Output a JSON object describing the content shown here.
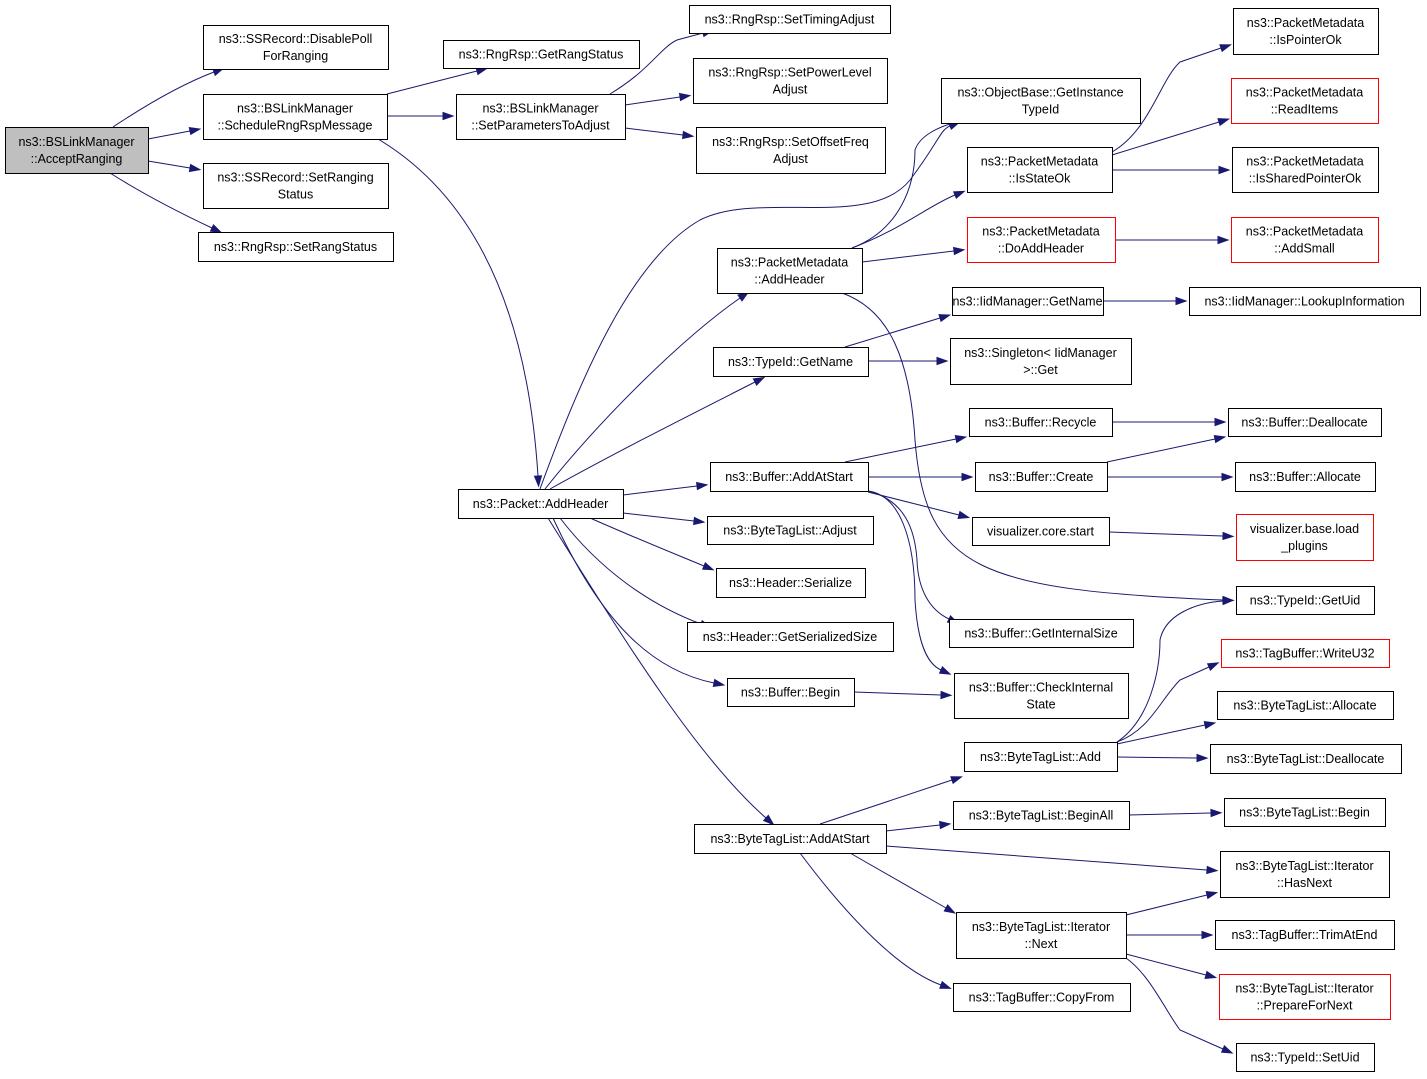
{
  "graph": {
    "colors": {
      "edge": "#191970",
      "root_fill": "#bfbfbf",
      "node_fill": "#ffffff",
      "node_border": "#000000",
      "truncated_border": "#ff0000"
    },
    "nodes": [
      {
        "id": "root",
        "lines": [
          "ns3::BSLinkManager",
          "::AcceptRanging"
        ],
        "root": true
      },
      {
        "id": "disablepoll",
        "lines": [
          "ns3::SSRecord::DisablePoll",
          "ForRanging"
        ]
      },
      {
        "id": "schedule",
        "lines": [
          "ns3::BSLinkManager",
          "::ScheduleRngRspMessage"
        ]
      },
      {
        "id": "setranging",
        "lines": [
          "ns3::SSRecord::SetRanging",
          "Status"
        ]
      },
      {
        "id": "setrangstatus",
        "lines": [
          "ns3::RngRsp::SetRangStatus"
        ]
      },
      {
        "id": "getrangstatus",
        "lines": [
          "ns3::RngRsp::GetRangStatus"
        ]
      },
      {
        "id": "setparams",
        "lines": [
          "ns3::BSLinkManager",
          "::SetParametersToAdjust"
        ]
      },
      {
        "id": "settiming",
        "lines": [
          "ns3::RngRsp::SetTimingAdjust"
        ]
      },
      {
        "id": "setpower",
        "lines": [
          "ns3::RngRsp::SetPowerLevel",
          "Adjust"
        ]
      },
      {
        "id": "setoffset",
        "lines": [
          "ns3::RngRsp::SetOffsetFreq",
          "Adjust"
        ]
      },
      {
        "id": "pktaddheader",
        "lines": [
          "ns3::Packet::AddHeader"
        ]
      },
      {
        "id": "getinstance",
        "lines": [
          "ns3::ObjectBase::GetInstance",
          "TypeId"
        ]
      },
      {
        "id": "pmaddheader",
        "lines": [
          "ns3::PacketMetadata",
          "::AddHeader"
        ]
      },
      {
        "id": "isstateok",
        "lines": [
          "ns3::PacketMetadata",
          "::IsStateOk"
        ]
      },
      {
        "id": "doaddheader",
        "lines": [
          "ns3::PacketMetadata",
          "::DoAddHeader"
        ],
        "truncated": true
      },
      {
        "id": "ispointerok",
        "lines": [
          "ns3::PacketMetadata",
          "::IsPointerOk"
        ]
      },
      {
        "id": "readitems",
        "lines": [
          "ns3::PacketMetadata",
          "::ReadItems"
        ],
        "truncated": true
      },
      {
        "id": "issharedptr",
        "lines": [
          "ns3::PacketMetadata",
          "::IsSharedPointerOk"
        ]
      },
      {
        "id": "addsmall",
        "lines": [
          "ns3::PacketMetadata",
          "::AddSmall"
        ],
        "truncated": true
      },
      {
        "id": "tidgetname",
        "lines": [
          "ns3::TypeId::GetName"
        ]
      },
      {
        "id": "iidgetname",
        "lines": [
          "ns3::IidManager::GetName"
        ]
      },
      {
        "id": "lookup",
        "lines": [
          "ns3::IidManager::LookupInformation"
        ]
      },
      {
        "id": "singleton",
        "lines": [
          "ns3::Singleton< IidManager",
          ">::Get"
        ]
      },
      {
        "id": "addatstart",
        "lines": [
          "ns3::Buffer::AddAtStart"
        ]
      },
      {
        "id": "recycle",
        "lines": [
          "ns3::Buffer::Recycle"
        ]
      },
      {
        "id": "deallocate",
        "lines": [
          "ns3::Buffer::Deallocate"
        ]
      },
      {
        "id": "create",
        "lines": [
          "ns3::Buffer::Create"
        ]
      },
      {
        "id": "allocate",
        "lines": [
          "ns3::Buffer::Allocate"
        ]
      },
      {
        "id": "vizstart",
        "lines": [
          "visualizer.core.start"
        ]
      },
      {
        "id": "vizload",
        "lines": [
          "visualizer.base.load",
          "_plugins"
        ],
        "truncated": true
      },
      {
        "id": "getuid",
        "lines": [
          "ns3::TypeId::GetUid"
        ]
      },
      {
        "id": "btladjust",
        "lines": [
          "ns3::ByteTagList::Adjust"
        ]
      },
      {
        "id": "serialize",
        "lines": [
          "ns3::Header::Serialize"
        ]
      },
      {
        "id": "getsersize",
        "lines": [
          "ns3::Header::GetSerializedSize"
        ]
      },
      {
        "id": "getinternal",
        "lines": [
          "ns3::Buffer::GetInternalSize"
        ]
      },
      {
        "id": "bufbegin",
        "lines": [
          "ns3::Buffer::Begin"
        ]
      },
      {
        "id": "checkinternal",
        "lines": [
          "ns3::Buffer::CheckInternal",
          "State"
        ]
      },
      {
        "id": "writeu32",
        "lines": [
          "ns3::TagBuffer::WriteU32"
        ],
        "truncated": true
      },
      {
        "id": "btlallocate",
        "lines": [
          "ns3::ByteTagList::Allocate"
        ]
      },
      {
        "id": "btladd",
        "lines": [
          "ns3::ByteTagList::Add"
        ]
      },
      {
        "id": "btldeallocate",
        "lines": [
          "ns3::ByteTagList::Deallocate"
        ]
      },
      {
        "id": "btlbeginall",
        "lines": [
          "ns3::ByteTagList::BeginAll"
        ]
      },
      {
        "id": "btlbegin",
        "lines": [
          "ns3::ByteTagList::Begin"
        ]
      },
      {
        "id": "btladdatstart",
        "lines": [
          "ns3::ByteTagList::AddAtStart"
        ]
      },
      {
        "id": "hasnext",
        "lines": [
          "ns3::ByteTagList::Iterator",
          "::HasNext"
        ]
      },
      {
        "id": "iternext",
        "lines": [
          "ns3::ByteTagList::Iterator",
          "::Next"
        ]
      },
      {
        "id": "trimatend",
        "lines": [
          "ns3::TagBuffer::TrimAtEnd"
        ]
      },
      {
        "id": "preparefornext",
        "lines": [
          "ns3::ByteTagList::Iterator",
          "::PrepareForNext"
        ],
        "truncated": true
      },
      {
        "id": "copyfrom",
        "lines": [
          "ns3::TagBuffer::CopyFrom"
        ]
      },
      {
        "id": "setuid",
        "lines": [
          "ns3::TypeId::SetUid"
        ]
      }
    ],
    "edges": [
      [
        "root",
        "disablepoll"
      ],
      [
        "root",
        "schedule"
      ],
      [
        "root",
        "setranging"
      ],
      [
        "root",
        "setrangstatus"
      ],
      [
        "schedule",
        "getrangstatus"
      ],
      [
        "schedule",
        "setparams"
      ],
      [
        "schedule",
        "pktaddheader"
      ],
      [
        "setparams",
        "settiming"
      ],
      [
        "setparams",
        "setpower"
      ],
      [
        "setparams",
        "setoffset"
      ],
      [
        "pktaddheader",
        "getinstance"
      ],
      [
        "pktaddheader",
        "pmaddheader"
      ],
      [
        "pktaddheader",
        "tidgetname"
      ],
      [
        "pktaddheader",
        "addatstart"
      ],
      [
        "pktaddheader",
        "btladjust"
      ],
      [
        "pktaddheader",
        "serialize"
      ],
      [
        "pktaddheader",
        "getsersize"
      ],
      [
        "pktaddheader",
        "bufbegin"
      ],
      [
        "pktaddheader",
        "btladdatstart"
      ],
      [
        "pmaddheader",
        "getinstance"
      ],
      [
        "pmaddheader",
        "isstateok"
      ],
      [
        "pmaddheader",
        "doaddheader"
      ],
      [
        "pmaddheader",
        "getuid"
      ],
      [
        "isstateok",
        "ispointerok"
      ],
      [
        "isstateok",
        "readitems"
      ],
      [
        "isstateok",
        "issharedptr"
      ],
      [
        "doaddheader",
        "addsmall"
      ],
      [
        "tidgetname",
        "iidgetname"
      ],
      [
        "tidgetname",
        "singleton"
      ],
      [
        "iidgetname",
        "lookup"
      ],
      [
        "addatstart",
        "recycle"
      ],
      [
        "addatstart",
        "create"
      ],
      [
        "addatstart",
        "vizstart"
      ],
      [
        "addatstart",
        "getinternal"
      ],
      [
        "addatstart",
        "checkinternal"
      ],
      [
        "recycle",
        "deallocate"
      ],
      [
        "create",
        "deallocate"
      ],
      [
        "create",
        "allocate"
      ],
      [
        "vizstart",
        "vizload"
      ],
      [
        "bufbegin",
        "checkinternal"
      ],
      [
        "btladdatstart",
        "btladd"
      ],
      [
        "btladdatstart",
        "btlbeginall"
      ],
      [
        "btladdatstart",
        "hasnext"
      ],
      [
        "btladdatstart",
        "iternext"
      ],
      [
        "btladdatstart",
        "copyfrom"
      ],
      [
        "btladd",
        "getuid"
      ],
      [
        "btladd",
        "writeu32"
      ],
      [
        "btladd",
        "btlallocate"
      ],
      [
        "btladd",
        "btldeallocate"
      ],
      [
        "btlbeginall",
        "btlbegin"
      ],
      [
        "iternext",
        "hasnext"
      ],
      [
        "iternext",
        "trimatend"
      ],
      [
        "iternext",
        "preparefornext"
      ],
      [
        "iternext",
        "setuid"
      ]
    ]
  }
}
